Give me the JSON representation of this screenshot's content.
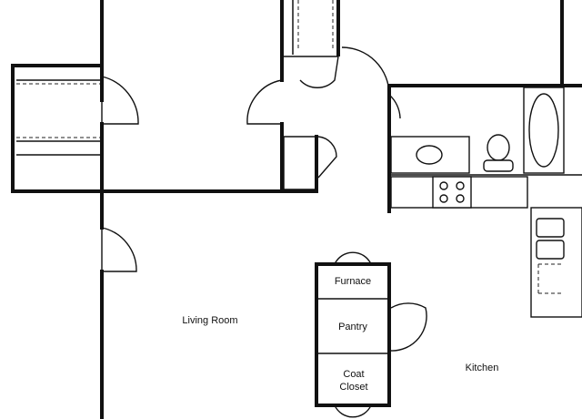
{
  "rooms": {
    "living_room": "Living Room",
    "furnace": "Furnace",
    "pantry": "Pantry",
    "coat_closet_line1": "Coat",
    "coat_closet_line2": "Closet",
    "kitchen": "Kitchen"
  },
  "colors": {
    "wall": "#111111",
    "background": "#ffffff"
  }
}
